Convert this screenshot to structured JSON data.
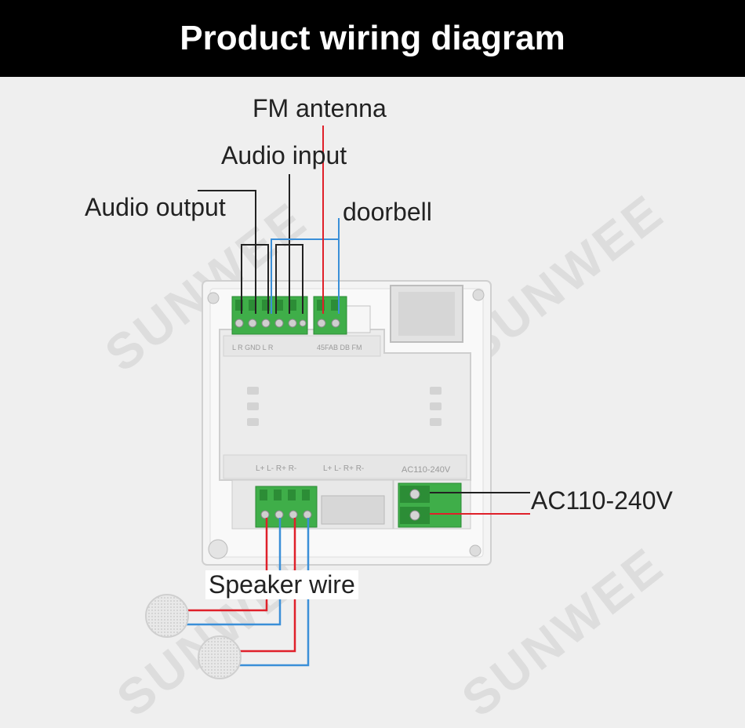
{
  "header": {
    "title": "Product wiring diagram"
  },
  "labels": {
    "fm_antenna": "FM antenna",
    "audio_input": "Audio input",
    "audio_output": "Audio output",
    "doorbell": "doorbell",
    "power": "AC110-240V",
    "speaker_wire": "Speaker wire"
  },
  "panel_markings": {
    "top_terminals": "L R GND L R",
    "top_terminals_right": "45FAB DB FM",
    "speaker_terminals_left": "L+ L- R+ R-",
    "speaker_terminals_right": "L+ L- R+ R-",
    "power_terminal": "AC110-240V"
  },
  "watermark": {
    "text": "SUNWEE"
  },
  "colors": {
    "header_bg": "#000000",
    "wire_red": "#e0202a",
    "wire_blue": "#3a8fd8",
    "wire_black": "#222222",
    "terminal_green": "#3fae49"
  }
}
